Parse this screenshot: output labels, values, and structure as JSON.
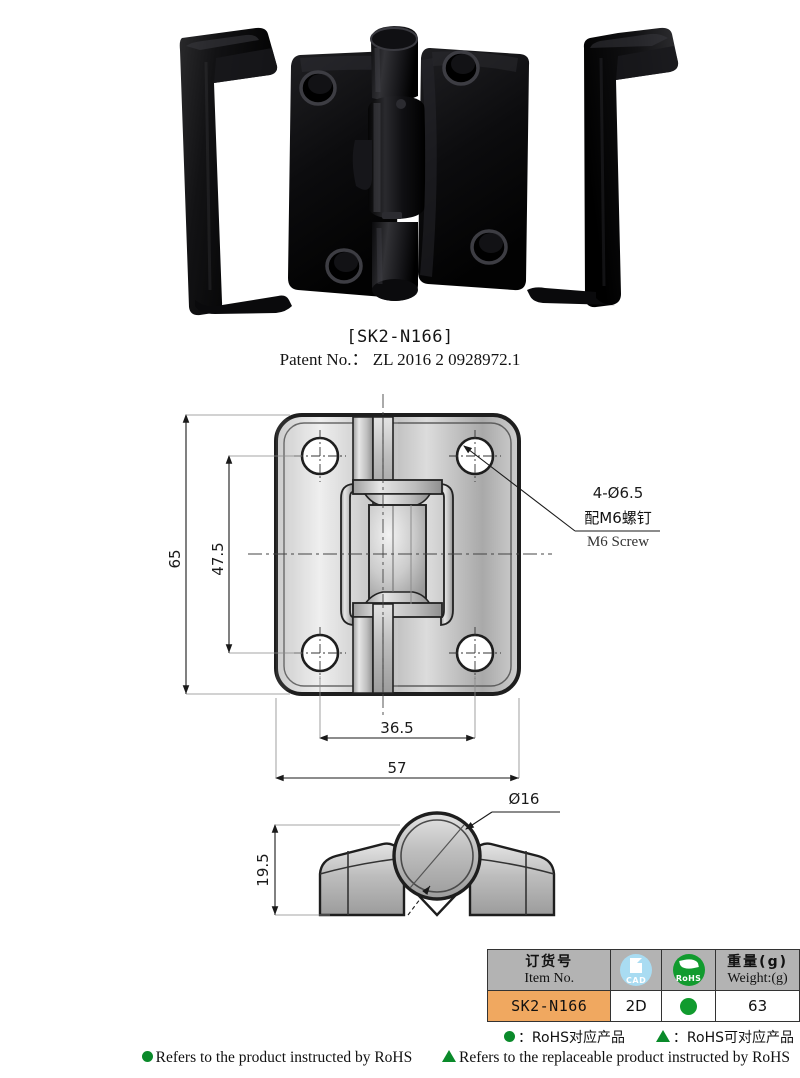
{
  "product": {
    "model": "[SK2-N166]",
    "patent": "Patent No.： ZL 2016 2 0928972.1",
    "photo_alt": "black plastic hinge with two cover caps"
  },
  "drawing": {
    "front_view": {
      "height_overall": "65",
      "height_hole_spacing": "47.5",
      "width_hole_spacing": "36.5",
      "width_overall": "57",
      "callout_dia": "4-Ø6.5",
      "callout_cn": "配M6螺钉",
      "callout_en": "M6 Screw"
    },
    "side_view": {
      "height": "19.5",
      "barrel_dia": "Ø16"
    }
  },
  "spec_table": {
    "headers": [
      {
        "cn": "订货号",
        "en": "Item No."
      },
      {
        "icon": "cad-icon",
        "label": "CAD"
      },
      {
        "icon": "rohs-icon",
        "label": "RoHS"
      },
      {
        "cn": "重量(g)",
        "en": "Weight:(g)"
      }
    ],
    "rows": [
      {
        "item_no": "SK2-N166",
        "cad": "2D",
        "rohs": "green-dot",
        "weight": "63"
      }
    ]
  },
  "legend": {
    "cn_dot": "：RoHS对应产品",
    "cn_tri": "：RoHS可对应产品",
    "en_dot": "Refers to the product instructed by RoHS",
    "en_tri": "Refers to the replaceable product instructed by RoHS"
  },
  "colors": {
    "header_bg": "#b3b3b3",
    "item_bg": "#f0a860",
    "rohs_green": "#119b2e",
    "cad_blue": "#a9dcf2"
  }
}
